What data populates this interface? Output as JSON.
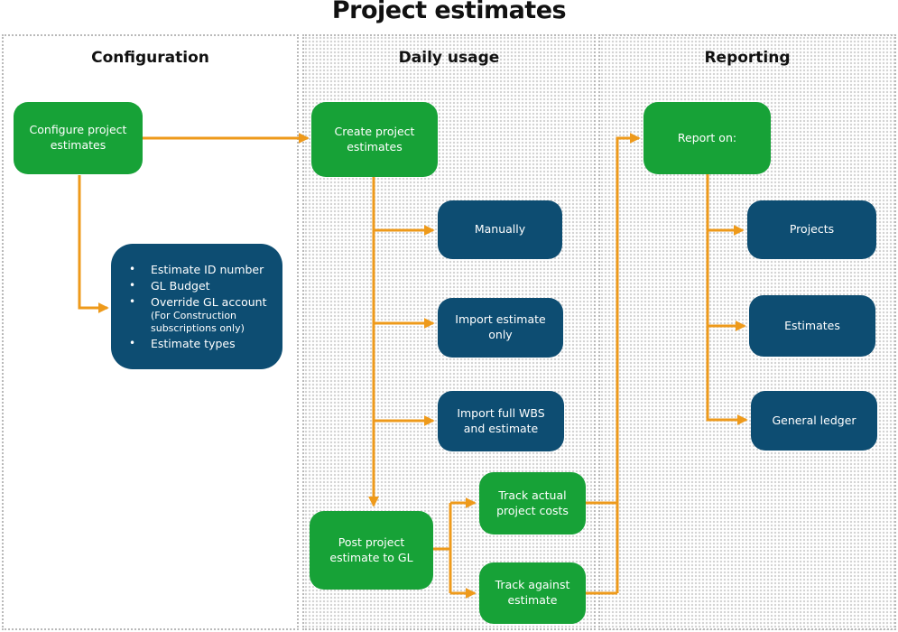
{
  "title": "Project estimates",
  "colors": {
    "node_green": "#17a237",
    "node_blue": "#0d4d72",
    "connector_orange": "#ee9a1b",
    "panel_border": "#b9b9b9",
    "panel_dot": "#d2d2d2",
    "text_dark": "#1a1a1a",
    "node_text": "#ffffff"
  },
  "lanes": [
    {
      "label": "Configuration"
    },
    {
      "label": "Daily usage"
    },
    {
      "label": "Reporting"
    }
  ],
  "nodes": {
    "configure": {
      "label": "Configure project estimates"
    },
    "create": {
      "label": "Create project estimates"
    },
    "manually": {
      "label": "Manually"
    },
    "import_estimate": {
      "label": "Import estimate only"
    },
    "import_wbs": {
      "label": "Import full WBS and estimate"
    },
    "post": {
      "label": "Post project estimate to GL"
    },
    "track_actual": {
      "label": "Track actual project costs"
    },
    "track_against": {
      "label": "Track against estimate"
    },
    "report_on": {
      "label": "Report on:"
    },
    "projects": {
      "label": "Projects"
    },
    "estimates": {
      "label": "Estimates"
    },
    "general_ledger": {
      "label": "General ledger"
    }
  },
  "bullet_box": {
    "bullet_glyph": "•",
    "items": [
      {
        "text": "Estimate ID number",
        "note": ""
      },
      {
        "text": "GL Budget",
        "note": ""
      },
      {
        "text": "Override GL account",
        "note": "(For Construction subscriptions only)"
      },
      {
        "text": "Estimate types",
        "note": ""
      }
    ]
  }
}
